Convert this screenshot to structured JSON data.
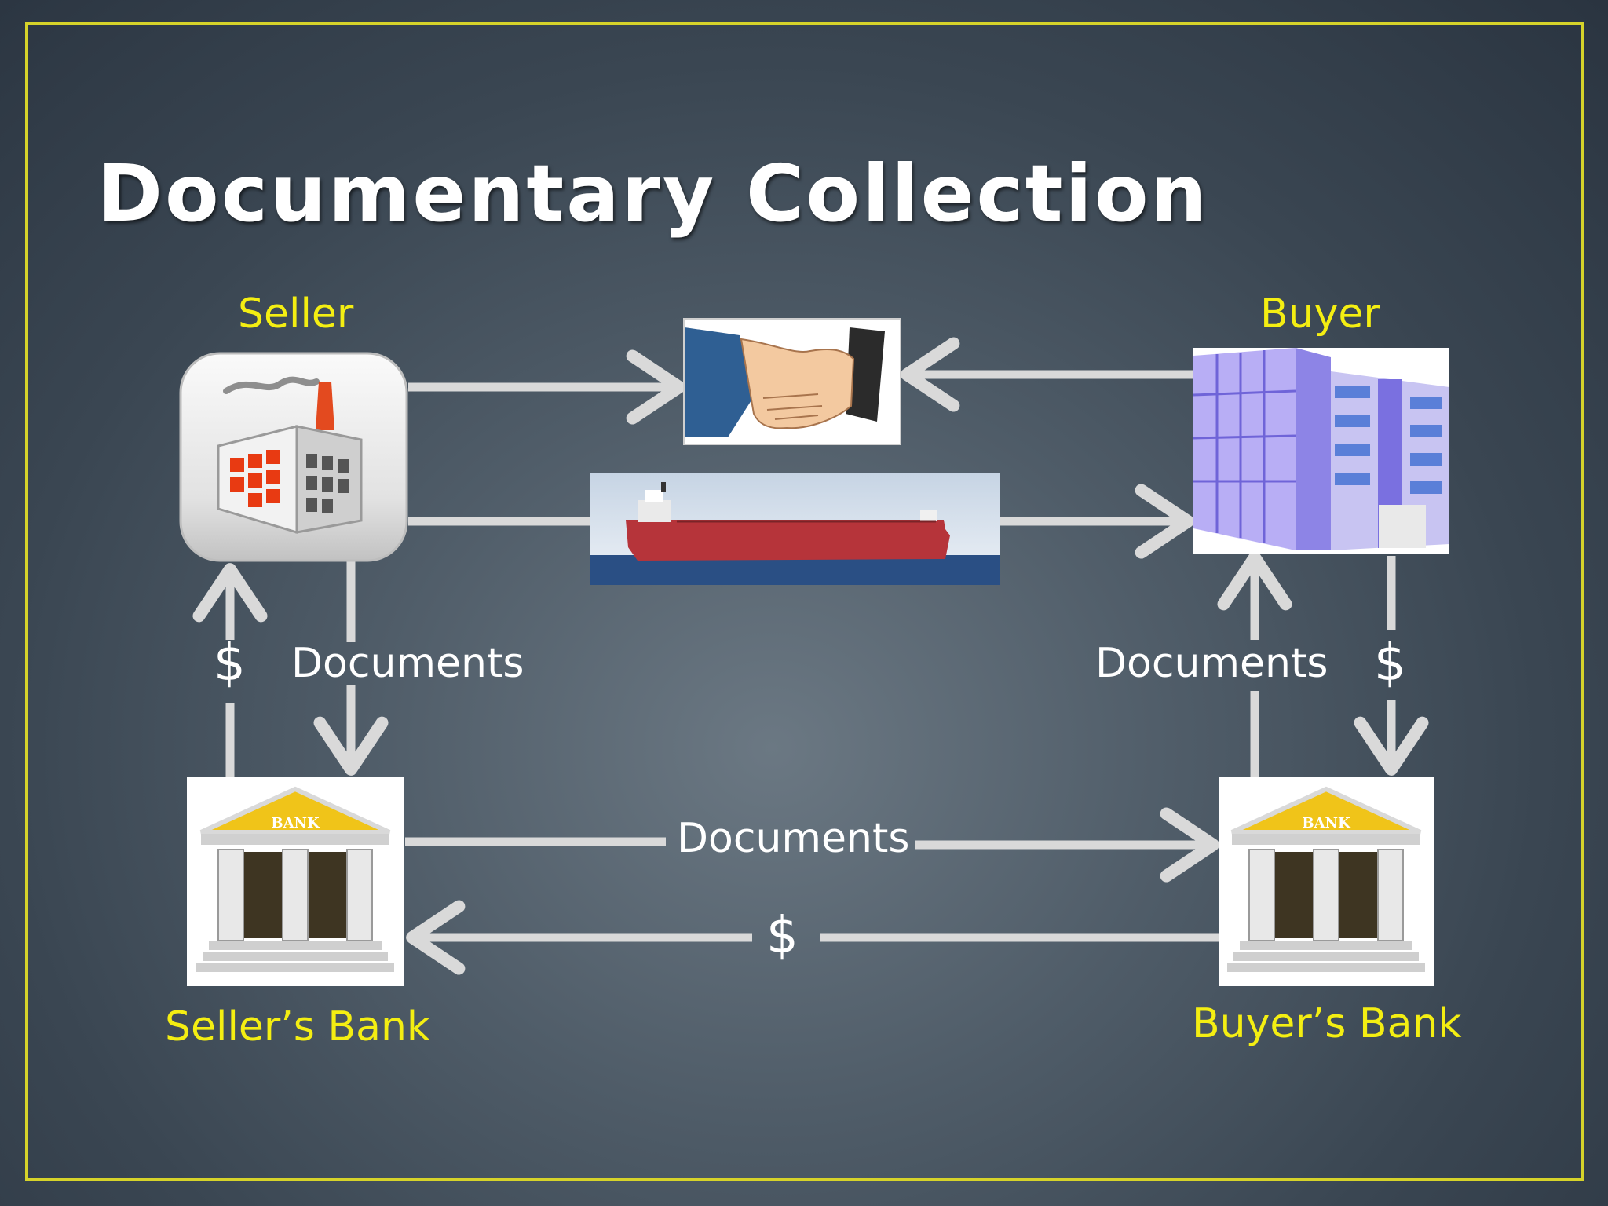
{
  "title": "Documentary Collection",
  "parties": {
    "seller": "Seller",
    "buyer": "Buyer",
    "seller_bank": "Seller’s Bank",
    "buyer_bank": "Buyer’s Bank"
  },
  "flows": {
    "seller_bank_dollar": "$",
    "seller_bank_documents": "Documents",
    "buyer_bank_documents": "Documents",
    "buyer_bank_dollar": "$",
    "bank_documents": "Documents",
    "bank_dollar": "$"
  },
  "icons": {
    "seller": "factory-icon",
    "buyer": "office-building-icon",
    "agreement": "handshake-icon",
    "shipping": "cargo-ship-icon",
    "bank": "bank-icon"
  },
  "colors": {
    "label": "#f4ee12",
    "frame": "#d6d32a",
    "arrow": "#d9d9d9"
  }
}
